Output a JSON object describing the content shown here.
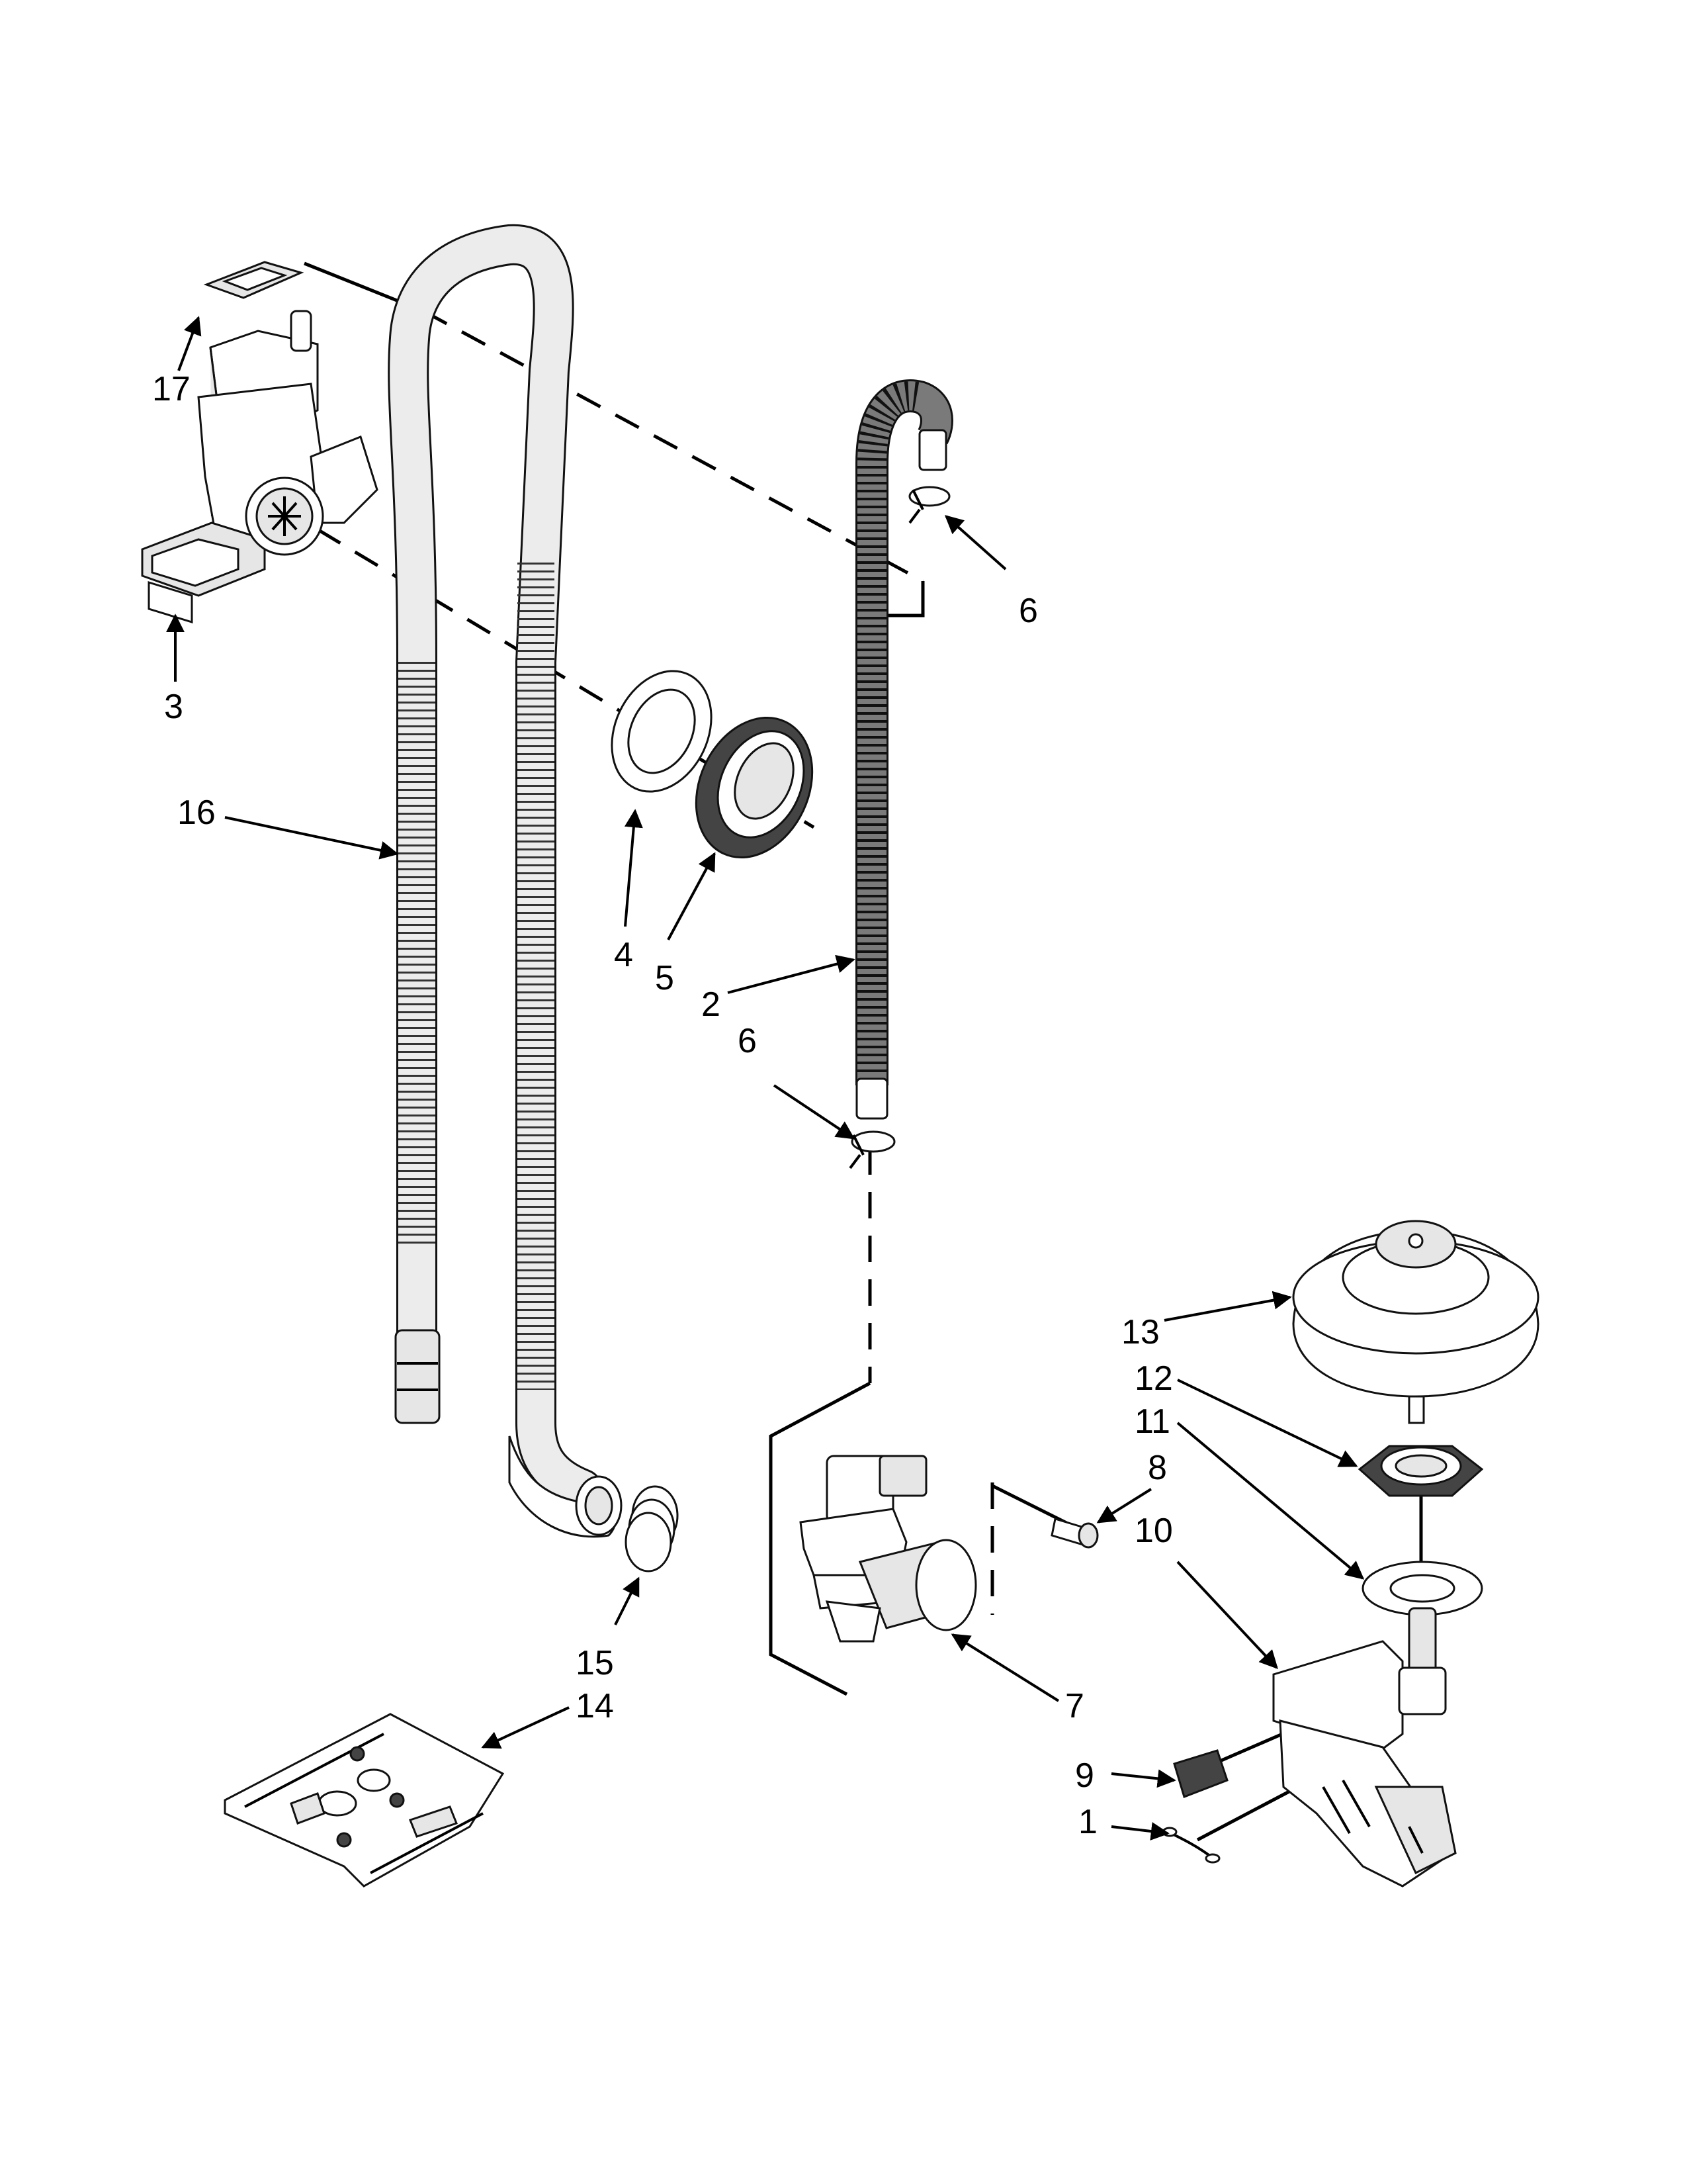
{
  "callouts": {
    "c1": "1",
    "c2": "2",
    "c3": "3",
    "c4": "4",
    "c5": "5",
    "c6a": "6",
    "c6b": "6",
    "c7": "7",
    "c8": "8",
    "c9": "9",
    "c10": "10",
    "c11": "11",
    "c12": "12",
    "c13": "13",
    "c14": "14",
    "c15": "15",
    "c16": "16",
    "c17": "17"
  },
  "colors": {
    "line": "#000000",
    "part_fill": "#ffffff",
    "part_shade": "#e6e6e6",
    "corrugated_hose": "#7a7a7a"
  }
}
